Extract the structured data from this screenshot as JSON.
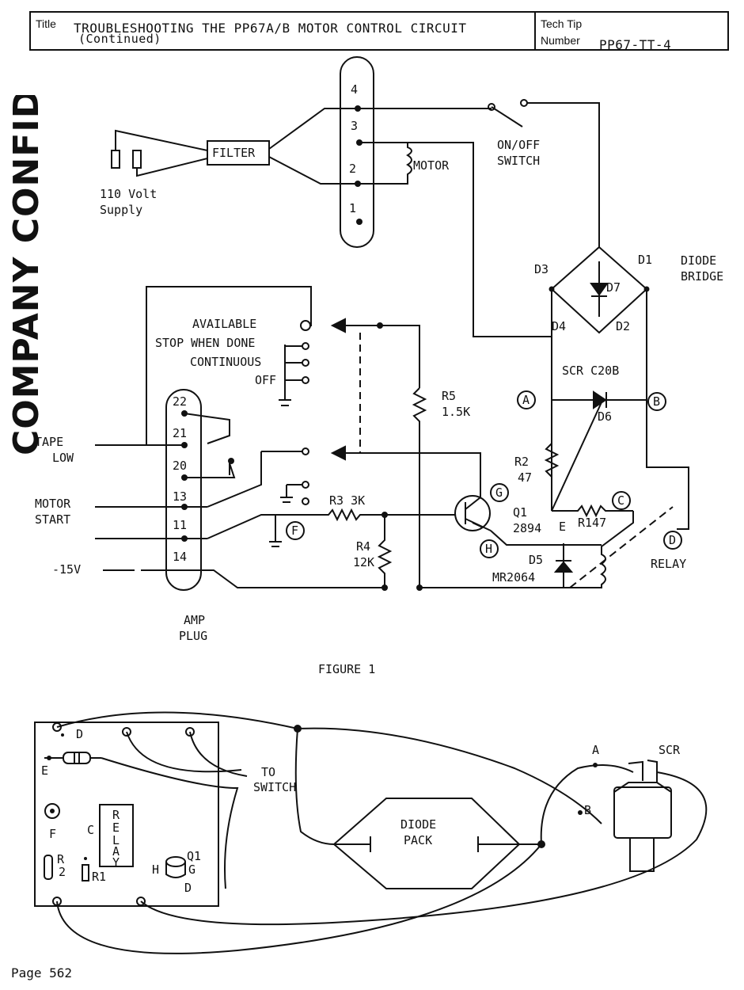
{
  "header": {
    "title_label": "Title",
    "title_line1": "TROUBLESHOOTING THE PP67A/B MOTOR CONTROL CIRCUIT",
    "title_line2": "(Continued)",
    "tip_label": "Tech Tip",
    "number_label": "Number",
    "number_value": "PP67-TT-4"
  },
  "watermark": "COMPANY CONFIDENTIAL",
  "figure1": {
    "caption": "FIGURE 1",
    "supply": [
      "110 Volt",
      "Supply"
    ],
    "filter": "FILTER",
    "motor": "MOTOR",
    "switch": [
      "ON/OFF",
      "SWITCH"
    ],
    "bridge": [
      "DIODE",
      "BRIDGE"
    ],
    "plug_top_pins": [
      "4",
      "3",
      "2",
      "1"
    ],
    "amp_pins": [
      "22",
      "21",
      "20",
      "13",
      "11",
      "14"
    ],
    "amp_plug": [
      "AMP",
      "PLUG"
    ],
    "selector": [
      "AVAILABLE",
      "STOP WHEN DONE",
      "CONTINUOUS",
      "OFF"
    ],
    "inputs": [
      "TAPE",
      "LOW",
      "MOTOR",
      "START",
      "-15V"
    ],
    "diodes": [
      "D1",
      "D2",
      "D3",
      "D4",
      "D7"
    ],
    "scr": "SCR C20B",
    "d6": "D6",
    "r5": [
      "R5",
      "1.5K"
    ],
    "r3": "R3  3K",
    "r4": [
      "R4",
      "12K"
    ],
    "r2": [
      "R2",
      "47"
    ],
    "q1": [
      "Q1",
      "2894"
    ],
    "e": "E",
    "r1": "R147",
    "d5": [
      "D5",
      "MR2064"
    ],
    "relay": "RELAY",
    "points": [
      "A",
      "B",
      "C",
      "D",
      "F",
      "G",
      "H"
    ]
  },
  "figure2": {
    "labels": [
      "D",
      "E",
      "F",
      "C",
      "R",
      "2",
      "R1",
      "H",
      "Q1",
      "G",
      "D"
    ],
    "relay_letters": [
      "R",
      "E",
      "L",
      "A",
      "Y"
    ],
    "to_switch": [
      "TO",
      "SWITCH"
    ],
    "diode_pack": [
      "DIODE",
      "PACK"
    ],
    "scr": "SCR",
    "a": "A",
    "b": "B"
  },
  "footer": {
    "page": "Page 562"
  }
}
